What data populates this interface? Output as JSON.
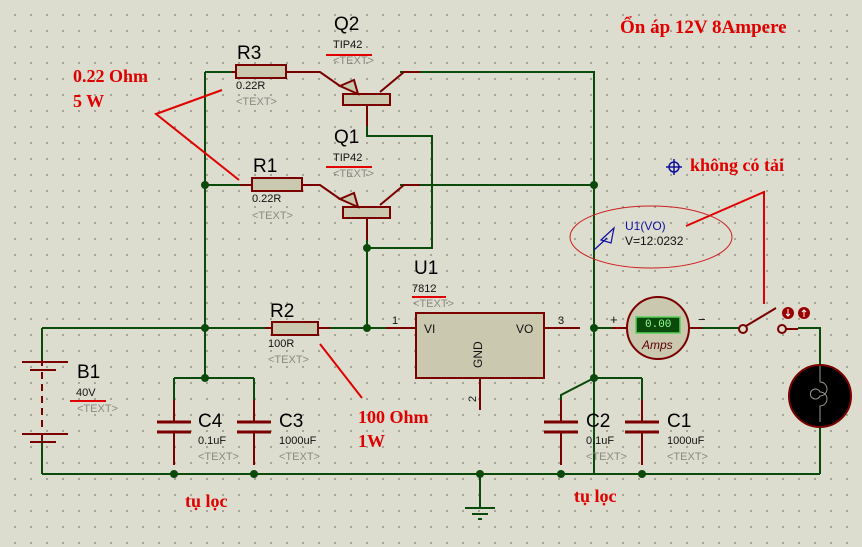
{
  "title": "Ổn áp 12V 8Ampere",
  "colors": {
    "wire": "#0a4a0a",
    "component": "#7a0000",
    "body_fill": "#cbc8b0",
    "annotation": "#e00000",
    "probe": "#1010a0"
  },
  "components": {
    "Q2": {
      "ref": "Q2",
      "value": "TIP42",
      "text": "<TEXT>",
      "type": "pnp-transistor"
    },
    "Q1": {
      "ref": "Q1",
      "value": "TIP42",
      "text": "<TEXT>",
      "type": "pnp-transistor"
    },
    "R3": {
      "ref": "R3",
      "value": "0.22R",
      "text": "<TEXT>",
      "type": "resistor"
    },
    "R1": {
      "ref": "R1",
      "value": "0.22R",
      "text": "<TEXT>",
      "type": "resistor"
    },
    "R2": {
      "ref": "R2",
      "value": "100R",
      "text": "<TEXT>",
      "type": "resistor"
    },
    "U1": {
      "ref": "U1",
      "value": "7812",
      "text": "<TEXT>",
      "type": "voltage-regulator",
      "pins": {
        "vi": "VI",
        "vo": "VO",
        "gnd": "GND",
        "pin1": "1",
        "pin2": "2",
        "pin3": "3"
      }
    },
    "B1": {
      "ref": "B1",
      "value": "40V",
      "text": "<TEXT>",
      "type": "battery"
    },
    "C4": {
      "ref": "C4",
      "value": "0.1uF",
      "text": "<TEXT>",
      "type": "capacitor"
    },
    "C3": {
      "ref": "C3",
      "value": "1000uF",
      "text": "<TEXT>",
      "type": "capacitor"
    },
    "C2": {
      "ref": "C2",
      "value": "0.1uF",
      "text": "<TEXT>",
      "type": "capacitor"
    },
    "C1": {
      "ref": "C1",
      "value": "1000uF",
      "text": "<TEXT>",
      "type": "capacitor"
    }
  },
  "ammeter": {
    "reading": "0.00",
    "unit": "Amps",
    "plus": "+",
    "minus": "−"
  },
  "voltage_probe": {
    "name": "U1(VO)",
    "reading": "V=12.0232"
  },
  "annotations": {
    "r_rating_line1": "0.22 Ohm",
    "r_rating_line2": "5 W",
    "r2_rating_line1": "100 Ohm",
    "r2_rating_line2": "1W",
    "filter_left": "tụ lọc",
    "filter_right": "tụ lọc",
    "no_load": "không có tải"
  }
}
